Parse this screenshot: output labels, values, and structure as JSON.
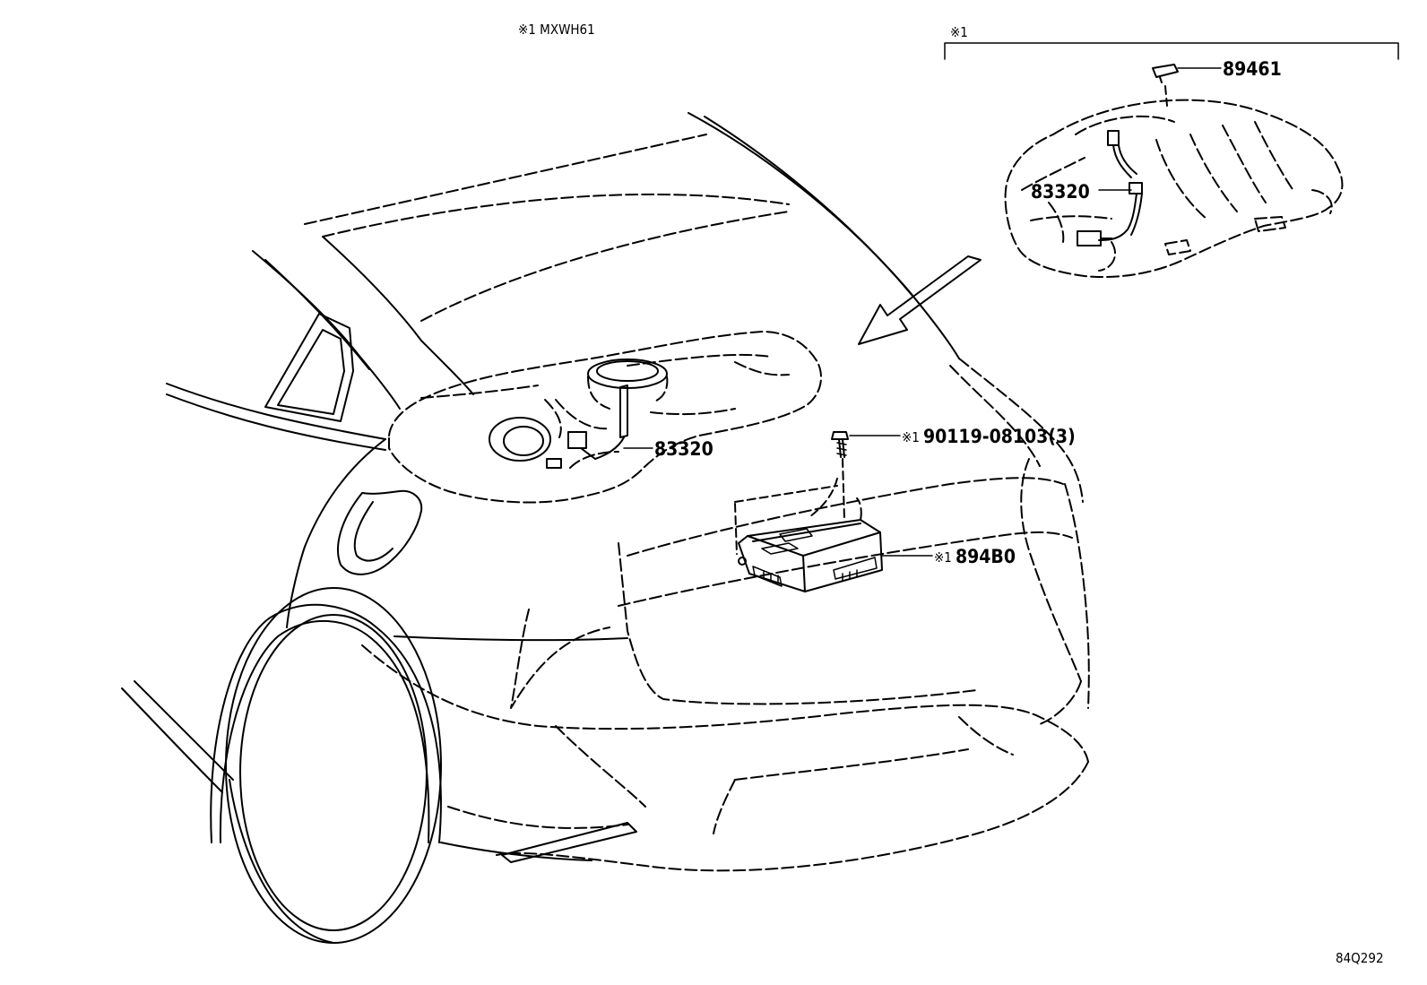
{
  "header_note": "※1 MXWH61",
  "inset_note": "※1",
  "callouts": {
    "sensor_89461": "89461",
    "gauge_inset_83320": "83320",
    "gauge_main_83320": "83320",
    "bolt_prefix": "※1",
    "bolt_part": "90119-08103(3)",
    "ecu_prefix": "※1",
    "ecu_part": "894B0"
  },
  "catalog_code": "84Q292"
}
